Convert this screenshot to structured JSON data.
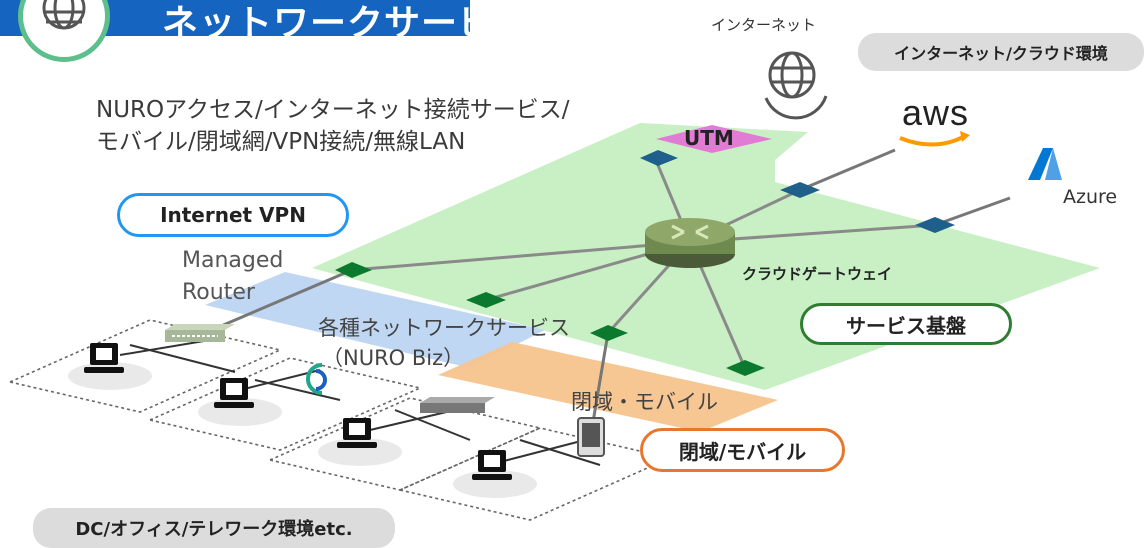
{
  "header": {
    "title": "ネットワークサービス",
    "icon": "globe-icon"
  },
  "services_text": {
    "line1": "NUROアクセス/インターネット接続サービス/",
    "line2": "モバイル/閉域網/VPN接続/無線LAN"
  },
  "labels": {
    "internet_vpn": "Internet VPN",
    "managed_router": [
      "Managed",
      "Router"
    ],
    "various_services": "各種ネットワークサービス",
    "nuro_biz": "（NURO Biz）",
    "closed_mobile_zone": "閉域・モバイル",
    "closed_mobile_badge": "閉域/モバイル",
    "service_platform": "サービス基盤",
    "cloud_gateway": "クラウドゲートウェイ",
    "utm": "UTM",
    "internet": "インターネット",
    "internet_cloud": "インターネット/クラウド環境",
    "aws": "aws",
    "azure": "Azure",
    "dc_office": "DC/オフィス/テレワーク環境etc."
  },
  "colors": {
    "header_bar": "#1565c0",
    "platform_green": "#c8f0c4",
    "node_green": "#0b7a2e",
    "node_blue": "#1f5f8b",
    "utm_pink": "#e27bd3",
    "vpn_blue": "#b9d3f2",
    "closed_orange": "#f7c48d",
    "badge_blue": "#2196f3",
    "badge_green": "#2e7d32",
    "badge_orange": "#e8772e",
    "aws_orange": "#ff9900",
    "azure_blue": "#0078d4"
  }
}
